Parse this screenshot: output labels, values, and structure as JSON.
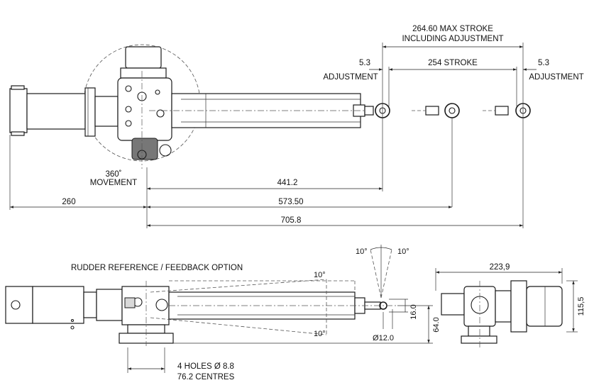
{
  "top_view": {
    "max_stroke_line1": "264.60 MAX STROKE",
    "max_stroke_line2": "INCLUDING ADJUSTMENT",
    "adjust_left_value": "5.3",
    "adjust_left_label": "ADJUSTMENT",
    "stroke_label": "254 STROKE",
    "adjust_right_value": "5.3",
    "adjust_right_label": "ADJUSTMENT",
    "movement_line1": "360˚",
    "movement_line2": "MOVEMENT",
    "dim_441": "441.2",
    "dim_260": "260",
    "dim_573": "573.50",
    "dim_705": "705.8"
  },
  "side_view": {
    "rudder_label": "RUDDER REFERENCE / FEEDBACK OPTION",
    "angle_10_upper": "10°",
    "angle_10_lower": "10°",
    "angle_10_left_top": "10°",
    "angle_10_right_top": "10°",
    "dim_16": "16.0",
    "dim_64": "64.0",
    "dim_dia12": "Ø12.0",
    "holes_line1": "4 HOLES Ø 8.8",
    "holes_line2": "76.2 CENTRES"
  },
  "end_view": {
    "dim_223": "223,9",
    "dim_115": "115,5"
  }
}
